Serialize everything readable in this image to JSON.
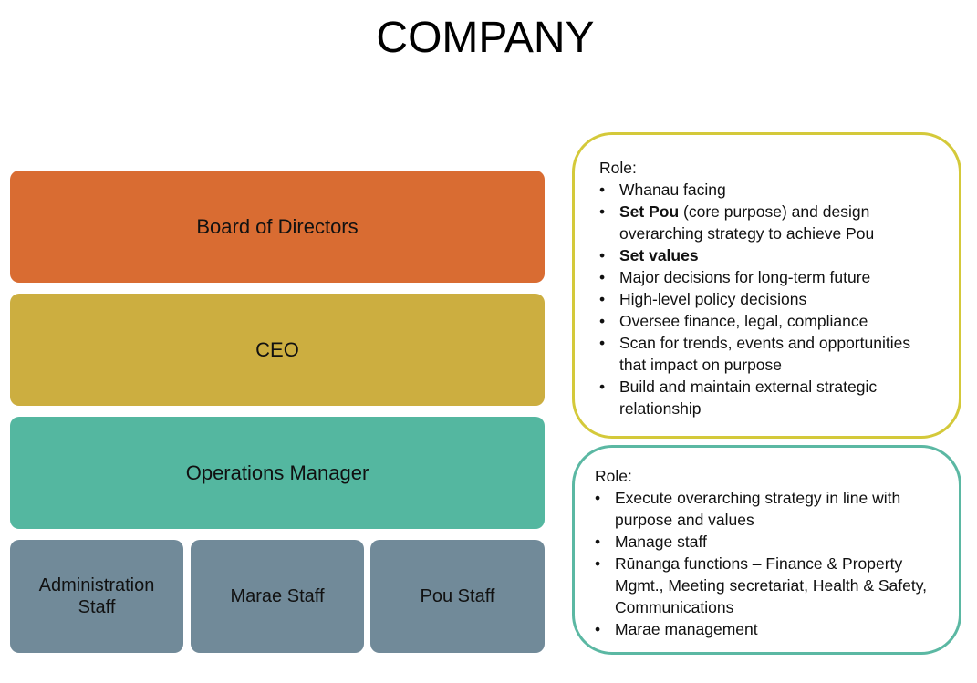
{
  "title": "COMPANY",
  "org": {
    "board": "Board of Directors",
    "ceo": "CEO",
    "ops": "Operations Manager",
    "staff": [
      "Administration Staff",
      "Marae Staff",
      "Pou Staff"
    ]
  },
  "colors": {
    "board": "#D96C32",
    "ceo": "#CCAE40",
    "ops": "#54B7A0",
    "staff": "#718A99",
    "board_role_border": "#D4C93A",
    "ops_role_border": "#5BB8A3"
  },
  "board_role": {
    "heading": "Role:",
    "items": [
      {
        "bold": "",
        "text": "Whanau facing"
      },
      {
        "bold": "Set Pou",
        "text": " (core purpose) and design overarching strategy to achieve Pou"
      },
      {
        "bold": "Set values",
        "text": ""
      },
      {
        "bold": "",
        "text": "Major decisions for long-term future"
      },
      {
        "bold": "",
        "text": "High-level policy decisions"
      },
      {
        "bold": "",
        "text": "Oversee finance, legal, compliance"
      },
      {
        "bold": "",
        "text": "Scan for trends, events and opportunities that impact on purpose"
      },
      {
        "bold": "",
        "text": "Build and maintain external strategic relationship"
      }
    ]
  },
  "ops_role": {
    "heading": "Role:",
    "items": [
      "Execute overarching strategy in line with purpose and values",
      "Manage staff",
      "Rūnanga functions – Finance & Property Mgmt., Meeting secretariat, Health & Safety, Communications",
      "Marae management"
    ]
  }
}
